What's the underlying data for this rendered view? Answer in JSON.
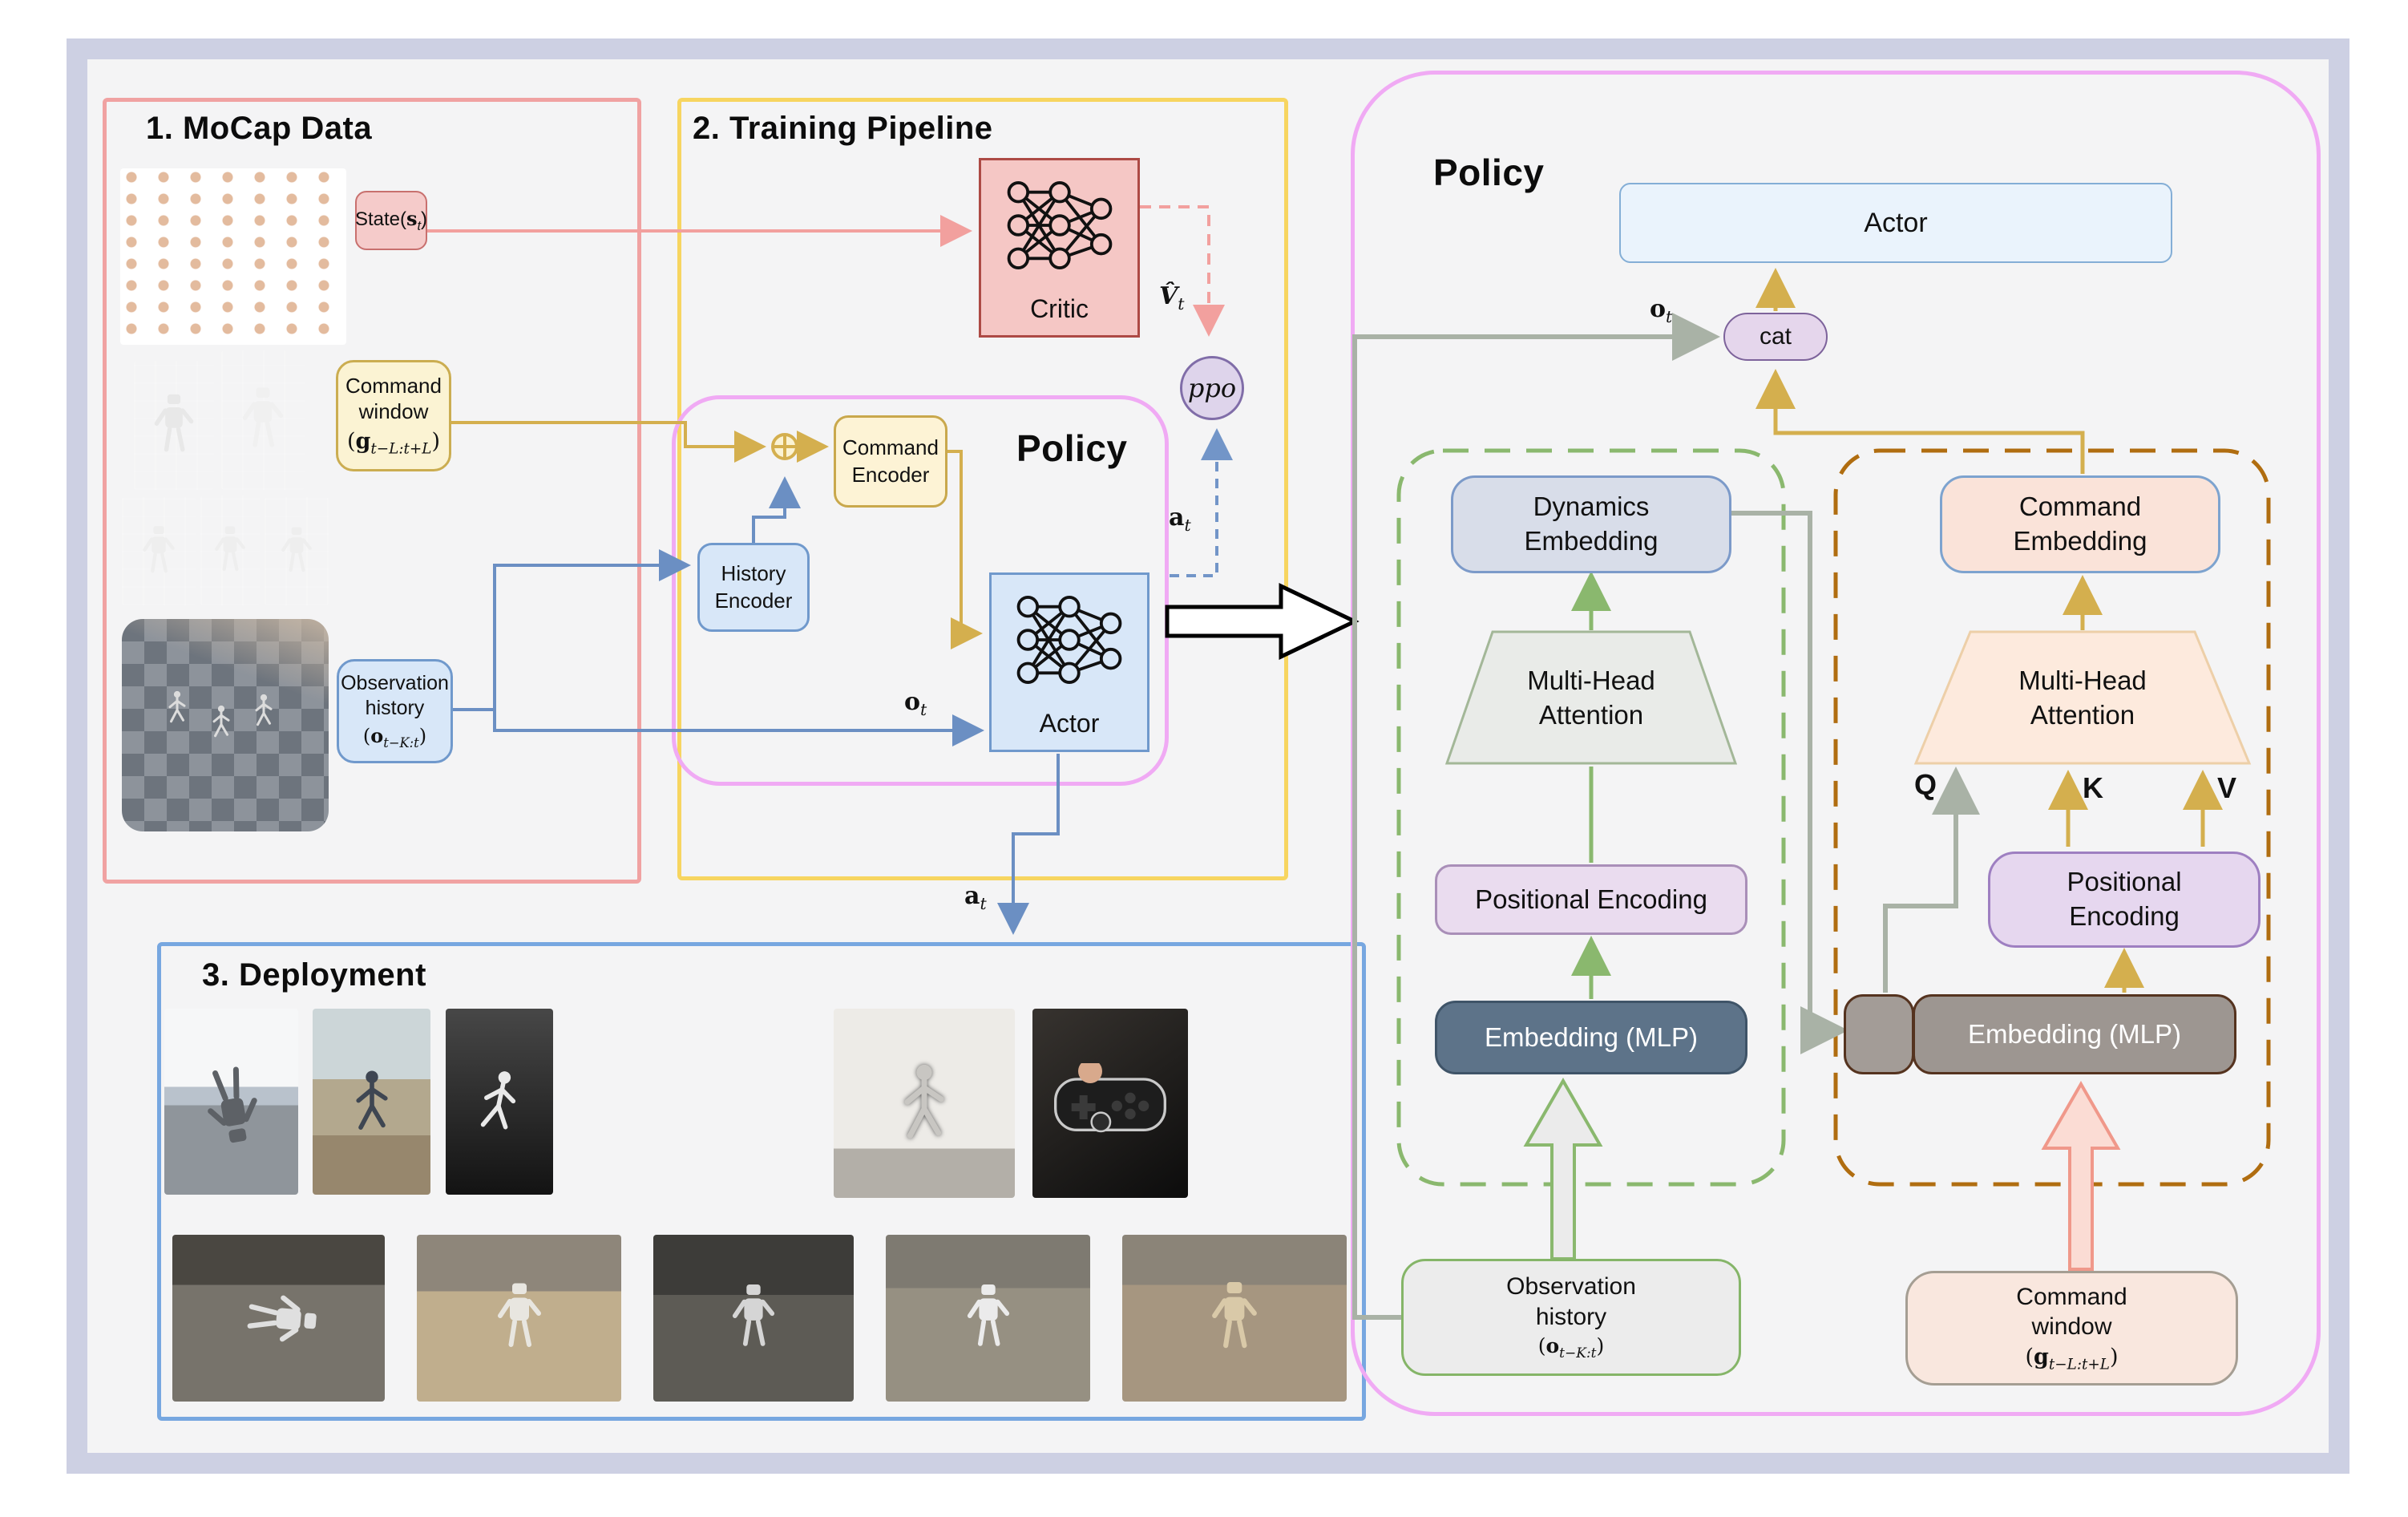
{
  "figure": {
    "type": "architecture-diagram",
    "description_visible_sections": [
      "1. MoCap Data",
      "2. Training Pipeline",
      "3. Deployment",
      "Policy"
    ]
  },
  "panels": {
    "mocap": {
      "title": "1. MoCap Data"
    },
    "training": {
      "title": "2. Training Pipeline"
    },
    "deployment": {
      "title": "3. Deployment"
    },
    "policy_inner": {
      "title": "Policy"
    },
    "policy_detail": {
      "title": "Policy"
    }
  },
  "boxes": {
    "state": {
      "pre": "State(",
      "var": "s",
      "sub": "t",
      "post": ")"
    },
    "command_window": {
      "title": "Command\nwindow",
      "pre": "(",
      "var": "g",
      "sub": "t−L:t+L",
      "post": ")"
    },
    "observation_history": {
      "title": "Observation\nhistory",
      "pre": "(",
      "var": "o",
      "sub": "t−K:t",
      "post": ")"
    },
    "critic": {
      "label": "Critic"
    },
    "command_encoder": {
      "label": "Command\nEncoder"
    },
    "history_encoder": {
      "label": "History\nEncoder"
    },
    "actor_train": {
      "label": "Actor"
    },
    "ppo": {
      "label": "ppo"
    },
    "actor": {
      "label": "Actor"
    },
    "cat": {
      "label": "cat"
    },
    "dynamics_embedding": {
      "label": "Dynamics\nEmbedding"
    },
    "mha_left": {
      "label": "Multi-Head\nAttention"
    },
    "positional_encoding_left": {
      "label": "Positional Encoding"
    },
    "embedding_mlp_left": {
      "label": "Embedding (MLP)"
    },
    "command_embedding": {
      "label": "Command\nEmbedding"
    },
    "mha_right": {
      "label": "Multi-Head\nAttention"
    },
    "positional_encoding_right": {
      "label": "Positional\nEncoding"
    },
    "embedding_mlp_right": {
      "label": "Embedding (MLP)"
    },
    "observation_history_bottom": {
      "title": "Observation\nhistory",
      "pre": "(",
      "var": "o",
      "sub": "t−K:t",
      "post": ")"
    },
    "command_window_bottom": {
      "title": "Command\nwindow",
      "pre": "(",
      "var": "g",
      "sub": "t−L:t+L",
      "post": ")"
    }
  },
  "labels": {
    "o_t_train": {
      "var": "o",
      "sub": "t"
    },
    "o_t_detail": {
      "var": "o",
      "sub": "t"
    },
    "a_t_policy": {
      "var": "a",
      "sub": "t"
    },
    "a_t_deploy": {
      "var": "a",
      "sub": "t"
    },
    "v_hat_t": {
      "var": "V̂",
      "sub": "t"
    },
    "q": "Q",
    "k": "K",
    "v": "V"
  },
  "colors": {
    "frame_border": "#cdd0e3",
    "background": "#f4f4f5",
    "mocap_border": "#f0a2a2",
    "training_border": "#f7d560",
    "deployment_border": "#77a7e0",
    "policy_border": "#f0aaf4",
    "green_dashed": "#8ab86e",
    "brown_dashed": "#b06d10",
    "gold_arrow": "#d4af4e",
    "blue_arrow": "#6b8fc3",
    "pink_arrow": "#f2a09e",
    "gray_arrow": "#a9b2a6",
    "state_fill": "#f5cbca",
    "critic_fill": "#f5c7c5",
    "blue_box_fill": "#d8e7f8",
    "yellow_box_fill": "#fbf3d3",
    "ppo_fill": "#ded4eb",
    "cat_fill": "#e5d6ec",
    "dyn_emb_fill": "#d8dde9",
    "mlp_left_fill": "#5d7389",
    "cmd_emb_fill": "#fae3d9",
    "mlp_right_fill": "#9d9691"
  }
}
